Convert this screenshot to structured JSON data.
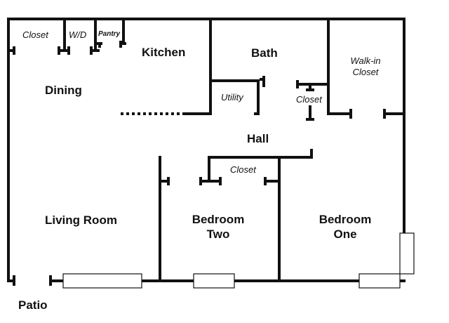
{
  "rooms": {
    "closet_1": "Closet",
    "wd": "W/D",
    "pantry": "Pantry",
    "kitchen": "Kitchen",
    "bath": "Bath",
    "walkin_line1": "Walk-in",
    "walkin_line2": "Closet",
    "dining": "Dining",
    "utility": "Utility",
    "closet_2": "Closet",
    "hall": "Hall",
    "closet_3": "Closet",
    "living_room": "Living Room",
    "bedroom_two_line1": "Bedroom",
    "bedroom_two_line2": "Two",
    "bedroom_one_line1": "Bedroom",
    "bedroom_one_line2": "One",
    "patio": "Patio"
  }
}
